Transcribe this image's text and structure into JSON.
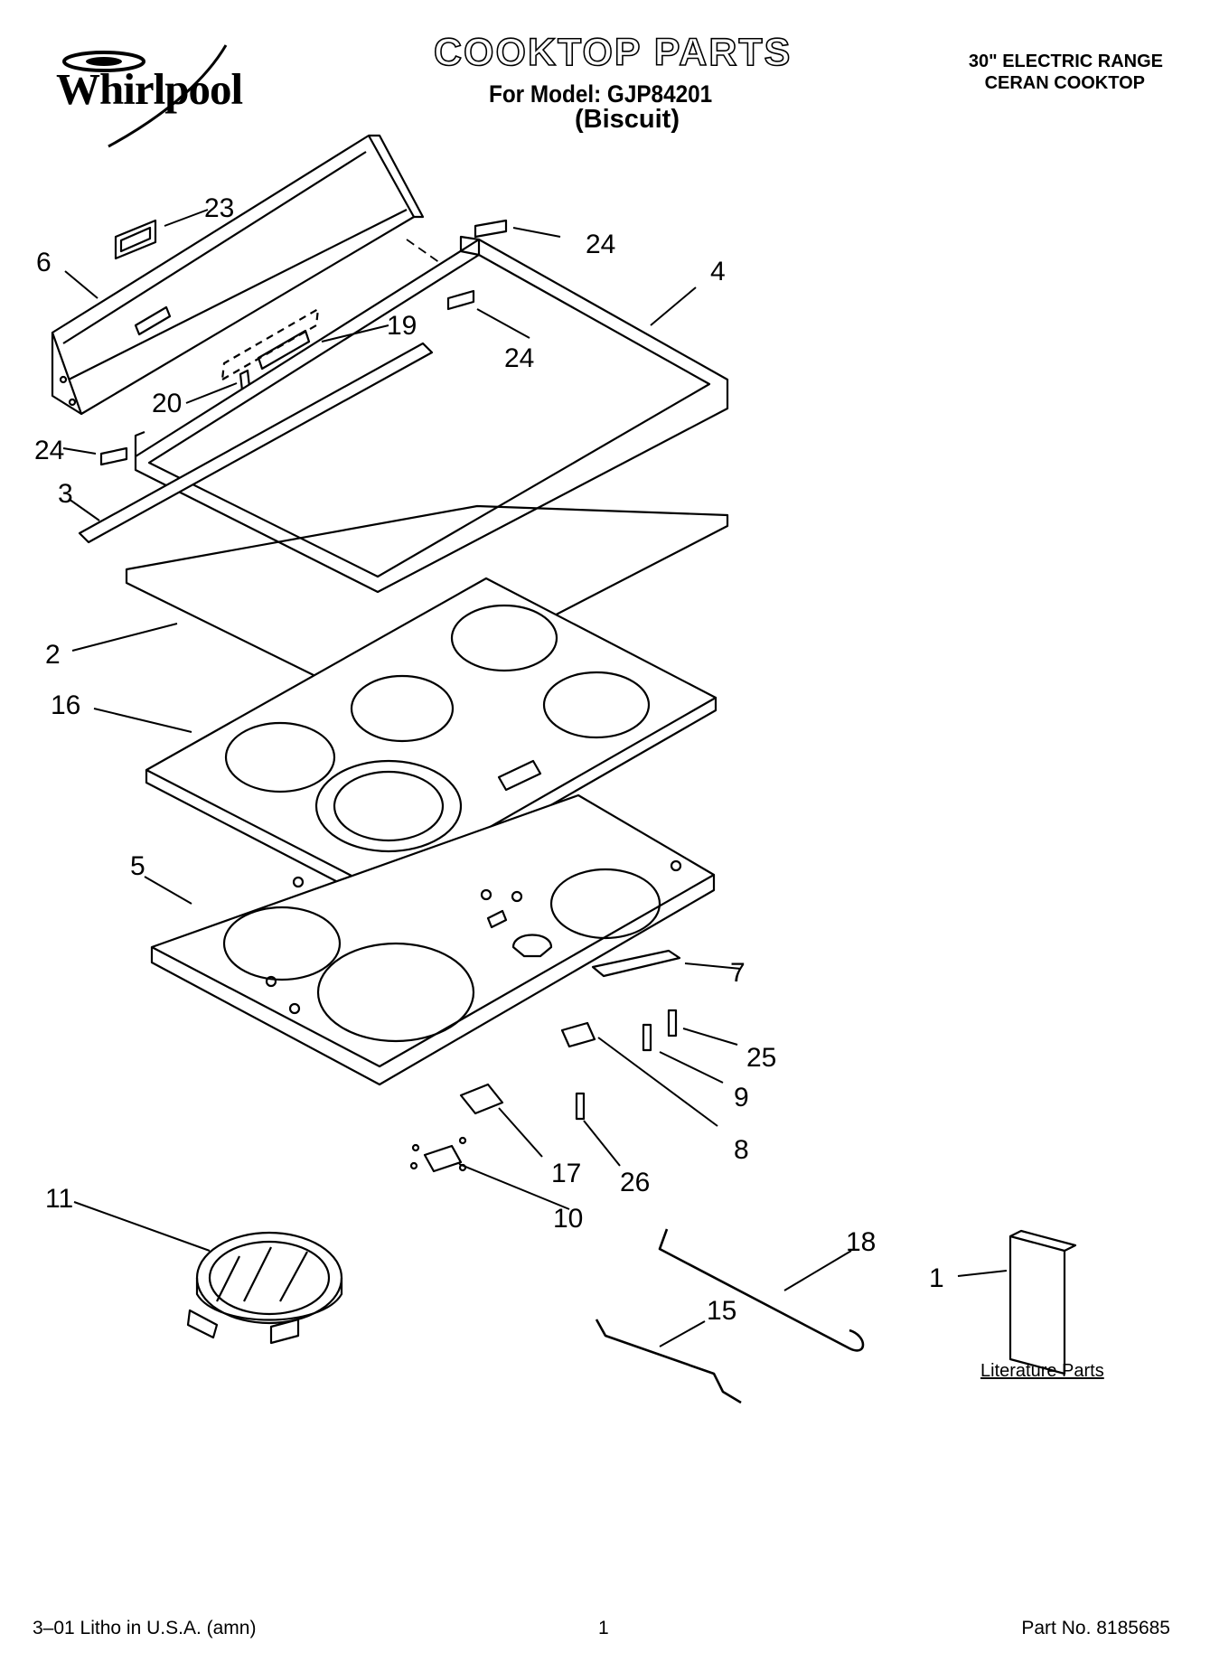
{
  "header": {
    "brand": "Whirlpool",
    "title": "COOKTOP PARTS",
    "model_line": "For Model: GJP84201",
    "color_line": "(Biscuit)",
    "product_line1": "30\" ELECTRIC RANGE",
    "product_line2": "CERAN COOKTOP"
  },
  "diagram": {
    "callouts": [
      "23",
      "24",
      "6",
      "4",
      "19",
      "24",
      "20",
      "24",
      "3",
      "2",
      "16",
      "5",
      "7",
      "25",
      "9",
      "8",
      "17",
      "26",
      "10",
      "11",
      "18",
      "1",
      "15"
    ],
    "literature_label": "Literature Parts"
  },
  "footer": {
    "left": "3–01 Litho in U.S.A. (amn)",
    "page": "1",
    "part_no": "Part No. 8185685"
  }
}
